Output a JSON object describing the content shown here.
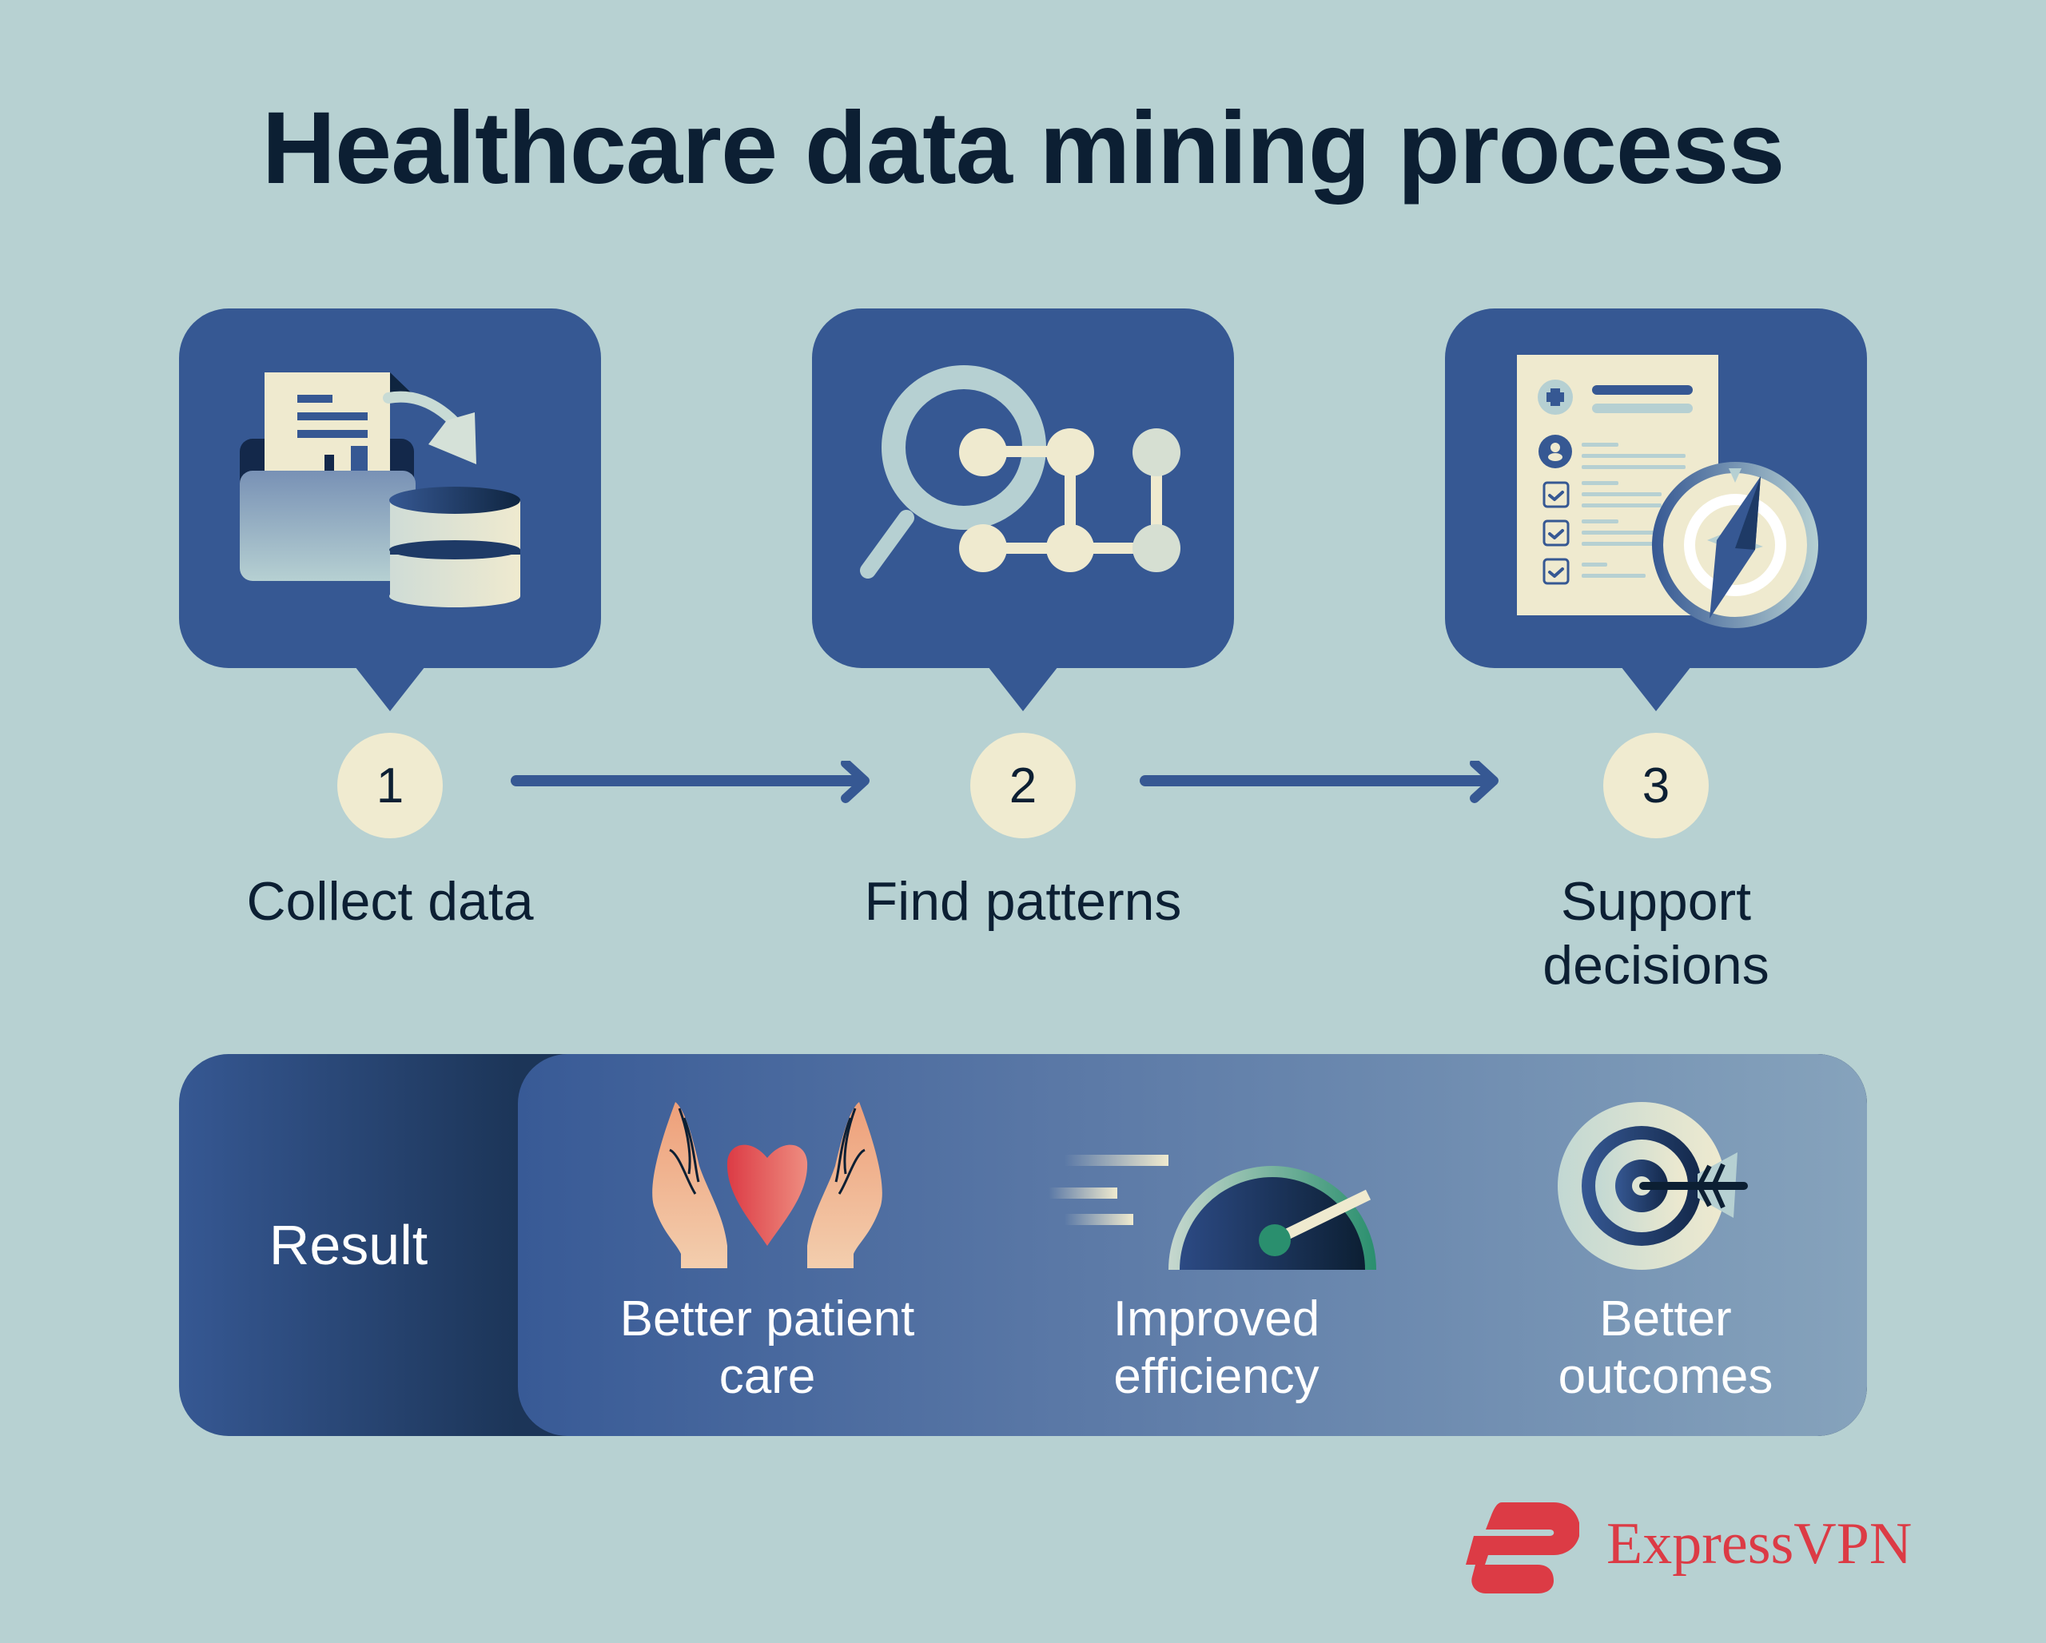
{
  "title": "Healthcare data mining process",
  "steps": [
    {
      "number": "1",
      "label": "Collect data",
      "icon": "folder-database-icon"
    },
    {
      "number": "2",
      "label": "Find patterns",
      "icon": "magnifier-network-icon"
    },
    {
      "number": "3",
      "label": "Support decisions",
      "icon": "checklist-compass-icon"
    }
  ],
  "result": {
    "label": "Result",
    "items": [
      {
        "line1": "Better patient",
        "line2": "care",
        "icon": "hands-heart-icon"
      },
      {
        "line1": "Improved",
        "line2": "efficiency",
        "icon": "speedometer-icon"
      },
      {
        "line1": "Better",
        "line2": "outcomes",
        "icon": "target-arrow-icon"
      }
    ]
  },
  "brand": {
    "name": "ExpressVPN",
    "color": "#dc3b45"
  },
  "colors": {
    "background": "#b7d1d2",
    "bubble": "#365893",
    "number_circle": "#f0ebd0",
    "text_dark": "#0c1f33",
    "accent_green": "#2a8f6e",
    "heart_red": "#dc3b45"
  }
}
